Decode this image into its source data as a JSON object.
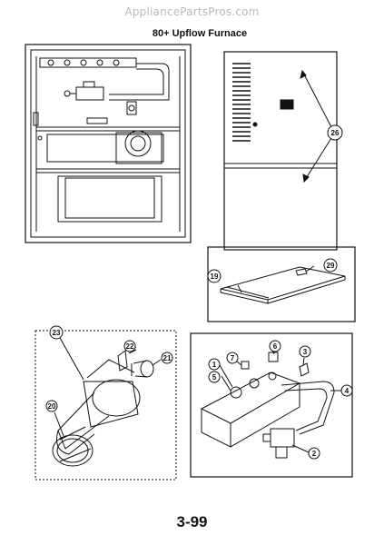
{
  "header": {
    "watermark": "AppliancePartsPros.com",
    "title": "80+ Upflow Furnace"
  },
  "footer": {
    "page_number": "3-99"
  },
  "callouts": {
    "c26": "26",
    "c19": "19",
    "c29": "29",
    "c23": "23",
    "c22": "22",
    "c21": "21",
    "c20": "20",
    "c1": "1",
    "c7": "7",
    "c6": "6",
    "c3": "3",
    "c5": "5",
    "c4": "4",
    "c2": "2"
  }
}
